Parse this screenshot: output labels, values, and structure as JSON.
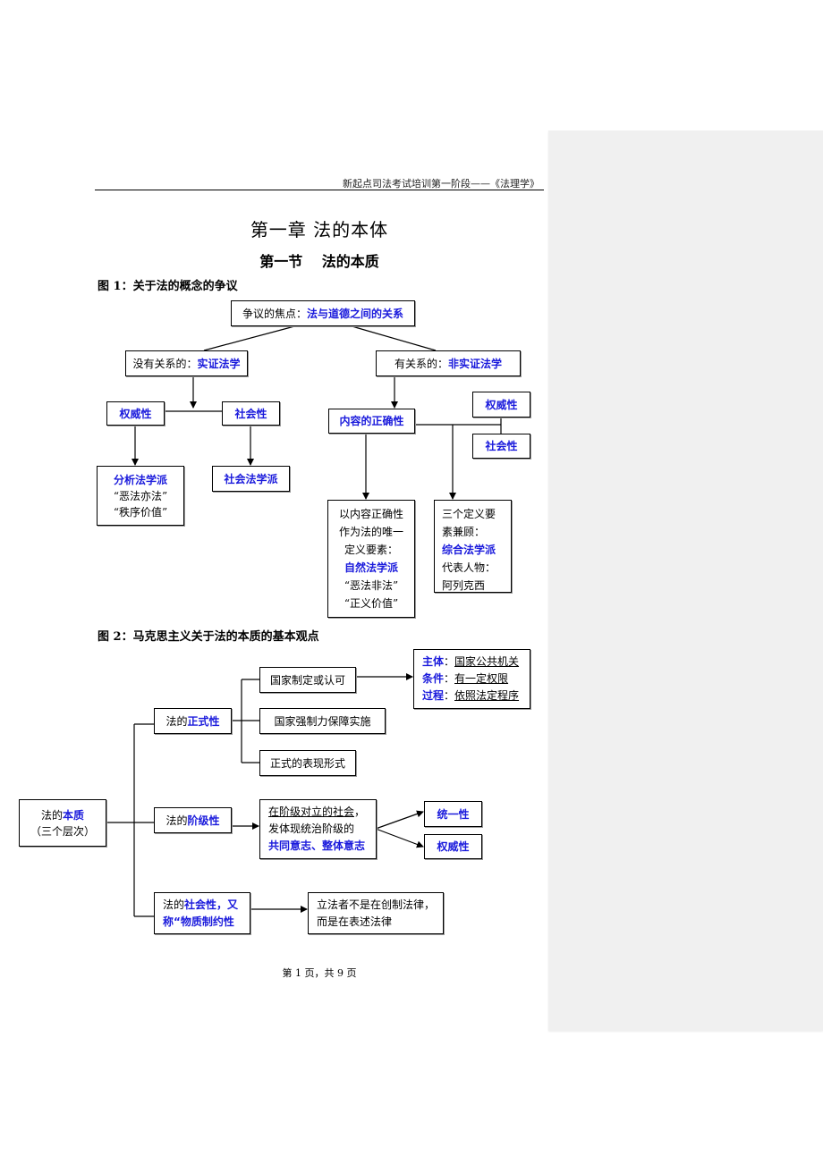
{
  "header": {
    "text": "新起点司法考试培训第一阶段——《法理学》"
  },
  "chapter_title": "第一章  法的本体",
  "section_title": "第一节　 法的本质",
  "figure1": {
    "caption": "图 1：关于法的概念的争议",
    "focus": {
      "prefix": "争议的焦点：",
      "highlight": "法与道德之间的关系"
    },
    "left_branch": {
      "prefix": "没有关系的：",
      "highlight": "实证法学"
    },
    "right_branch": {
      "prefix": "有关系的：",
      "highlight": "非实证法学"
    },
    "left_auth": "权威性",
    "left_social": "社会性",
    "analytic_school": {
      "title": "分析法学派",
      "line1": "“恶法亦法”",
      "line2": "“秩序价值”"
    },
    "social_school": "社会法学派",
    "content_correctness": "内容的正确性",
    "right_auth": "权威性",
    "right_social": "社会性",
    "natural_school": {
      "line1": "以内容正确性",
      "line2": "作为法的唯一",
      "line3": "定义要素：",
      "title": "自然法学派",
      "line4": "“恶法非法”",
      "line5": "“正义价值”"
    },
    "integrative_school": {
      "line1": "三个定义要",
      "line2": "素兼顾：",
      "title": "综合法学派",
      "line3": "代表人物：",
      "line4": "阿列克西"
    }
  },
  "figure2": {
    "caption": "图 2：马克思主义关于法的本质的基本观点",
    "essence": {
      "prefix": "法的",
      "highlight": "本质",
      "line2": "（三个层次）"
    },
    "formal": {
      "prefix": "法的",
      "highlight": "正式性"
    },
    "formal_items": [
      "国家制定或认可",
      "国家强制力保障实施",
      "正式的表现形式"
    ],
    "subject_box": [
      {
        "label": "主体",
        "value": "国家公共机关"
      },
      {
        "label": "条件",
        "value": "有一定权限"
      },
      {
        "label": "过程",
        "value": "依照法定程序"
      }
    ],
    "class": {
      "prefix": "法的",
      "highlight": "阶级性"
    },
    "class_desc": {
      "line1": "在阶级对立的社会",
      "line1_suffix": "，",
      "line2": "发体现统治阶级的",
      "line3": "共同意志、整体意志"
    },
    "class_outcomes": [
      "统一性",
      "权威性"
    ],
    "social": {
      "prefix": "法的",
      "highlight": "社会性，又",
      "line2": "称“物质制约性"
    },
    "social_desc": {
      "line1": "立法者不是在创制法律，",
      "line2": "而是在表述法律"
    }
  },
  "footer": {
    "text": "第 1 页，共 9 页"
  }
}
